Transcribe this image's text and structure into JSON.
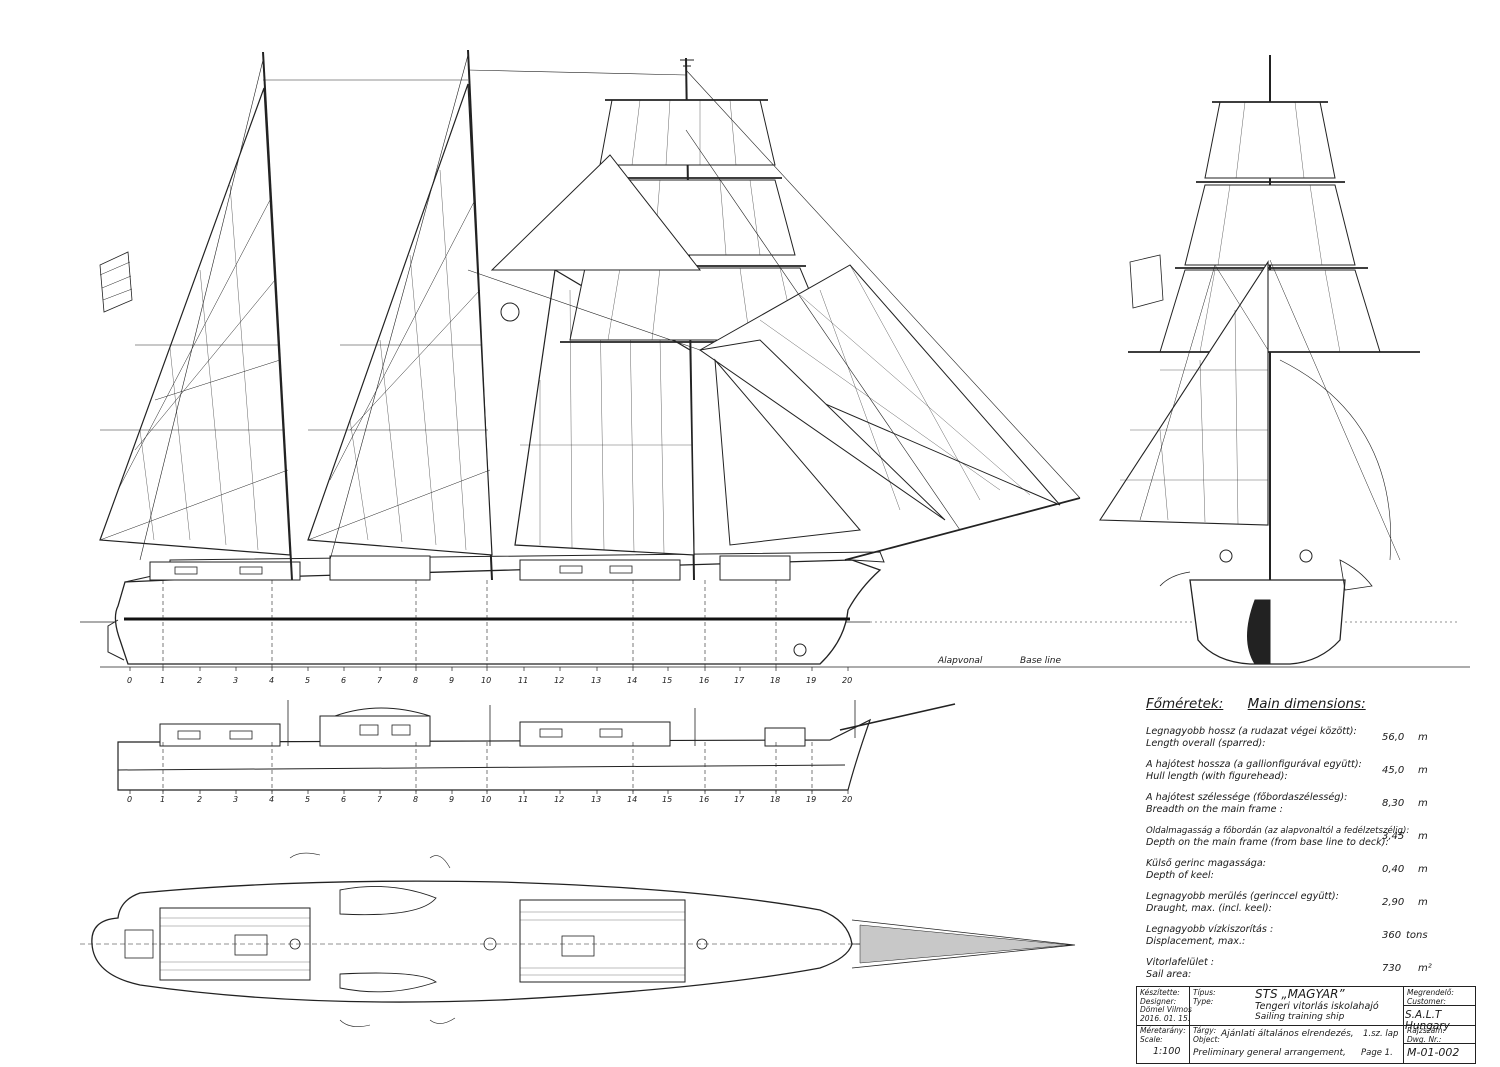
{
  "stations": [
    "0",
    "1",
    "2",
    "3",
    "4",
    "5",
    "6",
    "7",
    "8",
    "9",
    "10",
    "11",
    "12",
    "13",
    "14",
    "15",
    "16",
    "17",
    "18",
    "19",
    "20"
  ],
  "base_line": {
    "hu": "Alapvonal",
    "en": "Base line"
  },
  "dimensions": {
    "title_hu": "Főméretek:",
    "title_en": "Main dimensions:",
    "rows": [
      {
        "hu": "Legnagyobb hossz (a rudazat végei között):",
        "en": "Length overall (sparred):",
        "value": "56,0",
        "unit": "m"
      },
      {
        "hu": "A hajótest hossza (a gallionfigurával együtt):",
        "en": "Hull length (with figurehead):",
        "value": "45,0",
        "unit": "m"
      },
      {
        "hu": "A hajótest szélessége (főbordaszélesség):",
        "en": "Breadth on the main frame :",
        "value": "8,30",
        "unit": "m"
      },
      {
        "hu": "Oldalmagasság a főbordán (az alapvonaltól a fedélzetszélig):",
        "en": "Depth on the main frame (from base line to deck):",
        "value": "3,45",
        "unit": "m"
      },
      {
        "hu": "Külső gerinc magassága:",
        "en": "Depth of keel:",
        "value": "0,40",
        "unit": "m"
      },
      {
        "hu": "Legnagyobb merülés (gerinccel együtt):",
        "en": "Draught, max. (incl. keel):",
        "value": "2,90",
        "unit": "m"
      },
      {
        "hu": "Legnagyobb vízkiszorítás :",
        "en": "Displacement, max.:",
        "value": "360",
        "unit": "tons"
      },
      {
        "hu": "Vitorlafelület :",
        "en": "Sail area:",
        "value": "730",
        "unit": "m²"
      }
    ]
  },
  "title_block": {
    "designer_label_hu": "Készítette:",
    "designer_label_en": "Designer:",
    "designer_name": "Dömel Vilmos",
    "designer_date": "2016. 01. 15.",
    "type_label_hu": "Típus:",
    "type_label_en": "Type:",
    "ship_name": "STS „MAGYAR”",
    "ship_type_hu": "Tengeri vitorlás iskolahajó",
    "ship_type_en": "Sailing training ship",
    "customer_label_hu": "Megrendelő:",
    "customer_label_en": "Customer:",
    "customer": "S.A.L.T Hungary",
    "scale_label_hu": "Méretarány:",
    "scale_label_en": "Scale:",
    "scale": "1:100",
    "object_label_hu": "Tárgy:",
    "object_label_en": "Object:",
    "object_hu": "Ajánlati általános elrendezés,",
    "object_hu_page": "1.sz. lap",
    "object_en": "Preliminary general arrangement,",
    "object_en_page": "Page 1.",
    "dwg_label_hu": "Rajzszám:",
    "dwg_label_en": "Dwg. Nr.:",
    "dwg_no": "M-01-002"
  }
}
